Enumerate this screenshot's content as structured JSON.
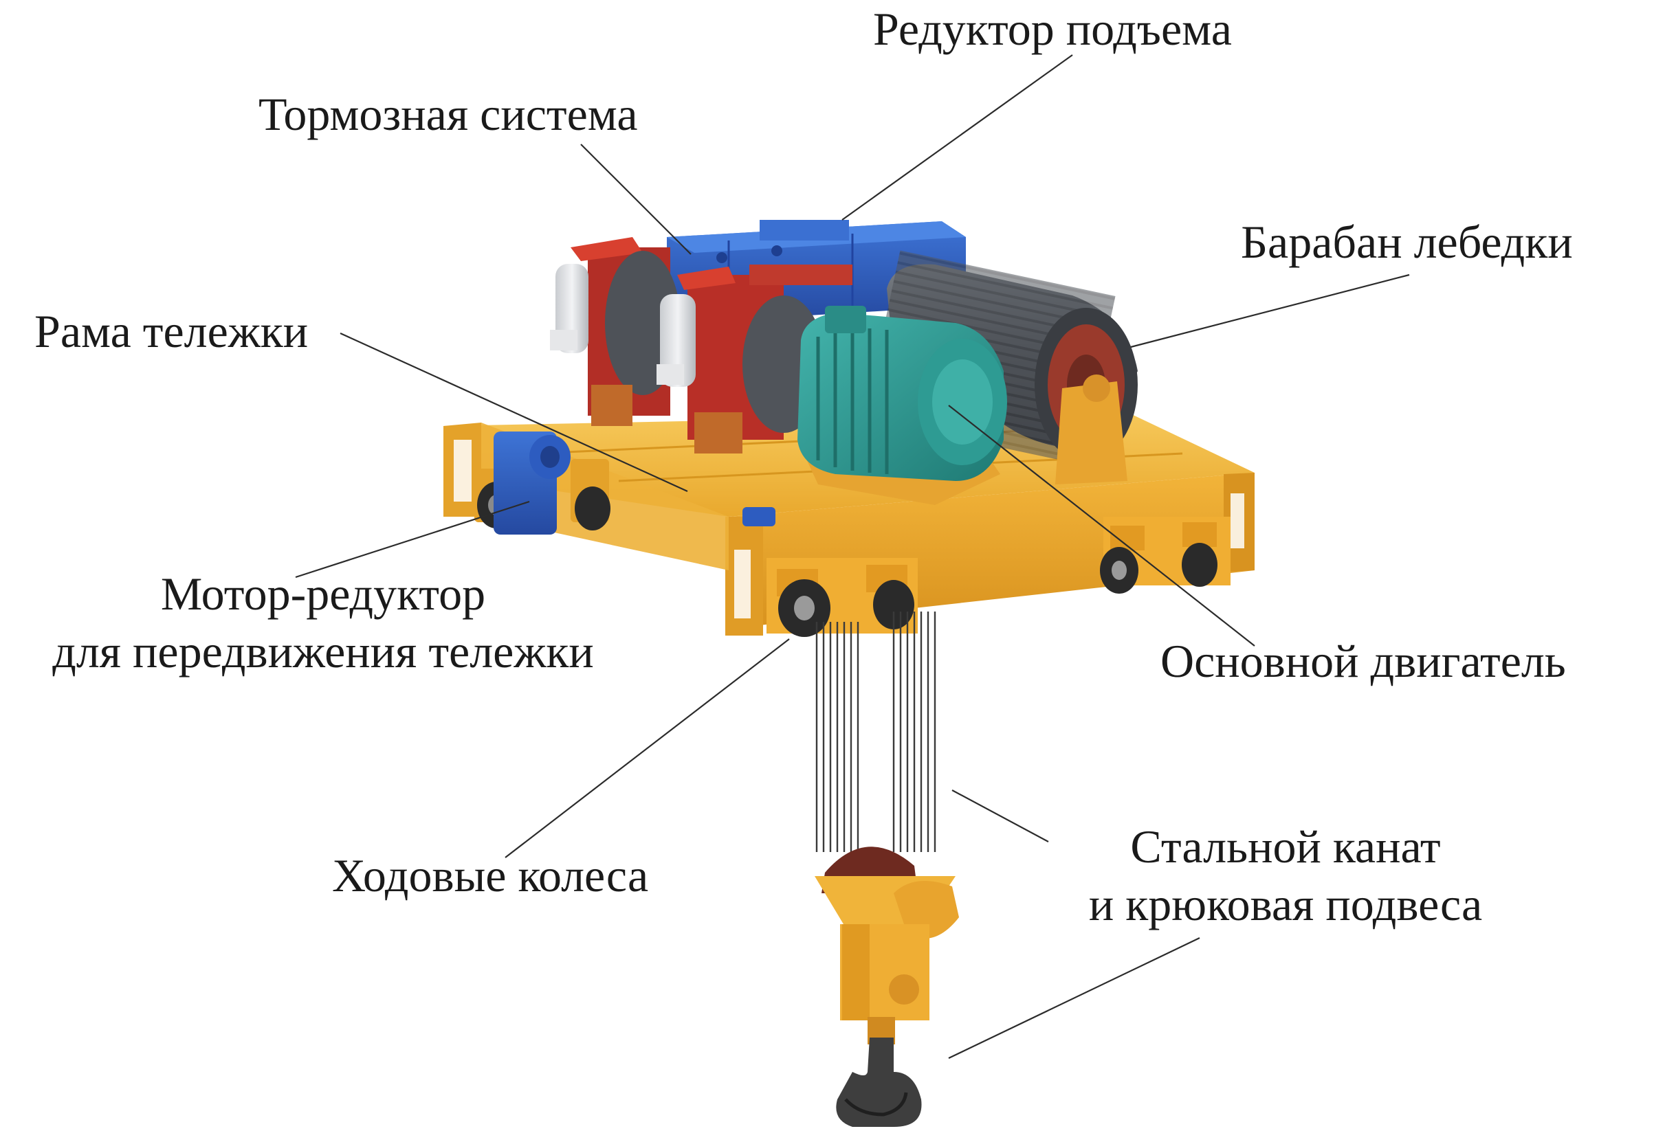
{
  "labels": {
    "hoist_gearbox": "Редуктор подъема",
    "brake_system": "Тормозная система",
    "winch_drum": "Барабан лебедки",
    "trolley_frame": "Рама тележки",
    "travel_motor_gearbox": [
      "Мотор-редуктор",
      "для передвижения тележки"
    ],
    "main_motor": "Основной двигатель",
    "running_wheels": "Ходовые колеса",
    "steel_rope_hook": [
      "Стальной канат",
      "и крюковая подвеса"
    ]
  },
  "colors": {
    "frame": "#F0B43A",
    "gearbox": "#2F5FC0",
    "motor": "#2F9A93",
    "brake": "#C8342B",
    "drum": "#565A60",
    "wheel": "#2A2A2A",
    "hook": "#3E3E3E",
    "leader_line": "#2b2b2b"
  }
}
